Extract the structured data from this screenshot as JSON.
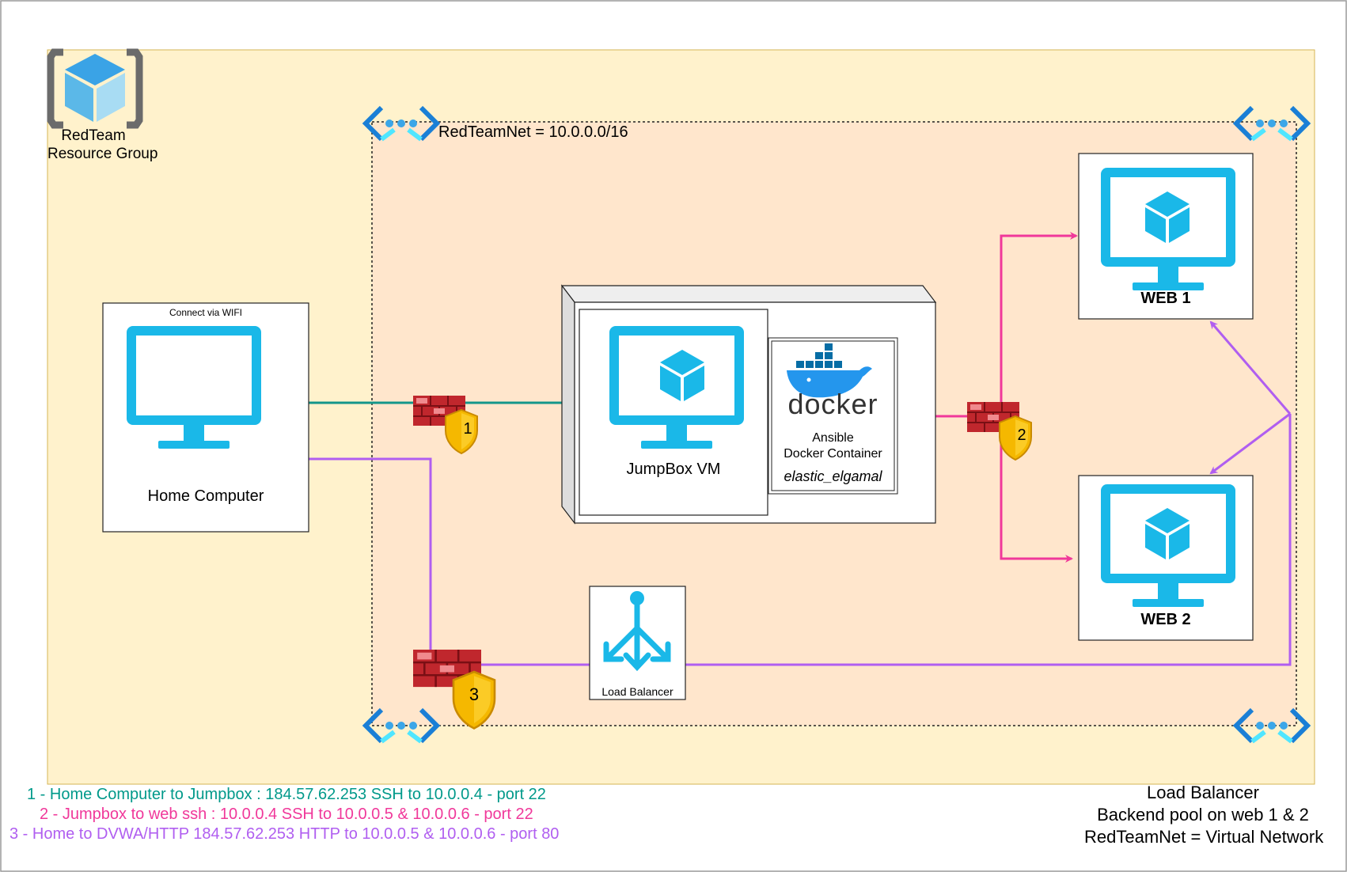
{
  "resource_group": {
    "line1": "RedTeam",
    "line2": "Resource Group"
  },
  "vnet": {
    "label": "RedTeamNet = 10.0.0.0/16"
  },
  "home": {
    "note": "Connect via WIFI",
    "label": "Home Computer"
  },
  "jumpbox": {
    "label": "JumpBox VM"
  },
  "container": {
    "logo": "docker",
    "line1": "Ansible",
    "line2": "Docker Container",
    "name": "elastic_elgamal"
  },
  "web1": {
    "label": "WEB 1"
  },
  "web2": {
    "label": "WEB 2"
  },
  "load_balancer": {
    "label": "Load Balancer"
  },
  "firewalls": [
    {
      "number": "1"
    },
    {
      "number": "2"
    },
    {
      "number": "3"
    }
  ],
  "legend": [
    {
      "text": "1 - Home Computer to Jumpbox : 184.57.62.253 SSH to 10.0.0.4 - port 22",
      "color": "#00998a"
    },
    {
      "text": "2 - Jumpbox to web ssh : 10.0.0.4 SSH to 10.0.0.5 & 10.0.0.6 - port 22",
      "color": "#f0389a"
    },
    {
      "text": "3 - Home to DVWA/HTTP 184.57.62.253 HTTP to 10.0.0.5 & 10.0.0.6 - port 80",
      "color": "#b05ef0"
    }
  ],
  "notes": {
    "line1": "Load Balancer",
    "line2": "Backend pool on web 1 & 2",
    "line3": "RedTeamNet = Virtual Network"
  },
  "colors": {
    "resource_group_bg": "#fff2cc",
    "vnet_bg": "#ffe6cc",
    "azure_blue": "#1ab8e8",
    "teal_link": "#13968a",
    "pink_link": "#f0389a",
    "purple_link": "#b05ef0",
    "firewall_red": "#c0272d",
    "shield_gold": "#f5b800"
  },
  "icons": [
    "resource-group-icon",
    "vnet-icon",
    "monitor-icon",
    "vm-cube-icon",
    "docker-whale-icon",
    "load-balancer-icon",
    "firewall-icon",
    "shield-icon"
  ]
}
